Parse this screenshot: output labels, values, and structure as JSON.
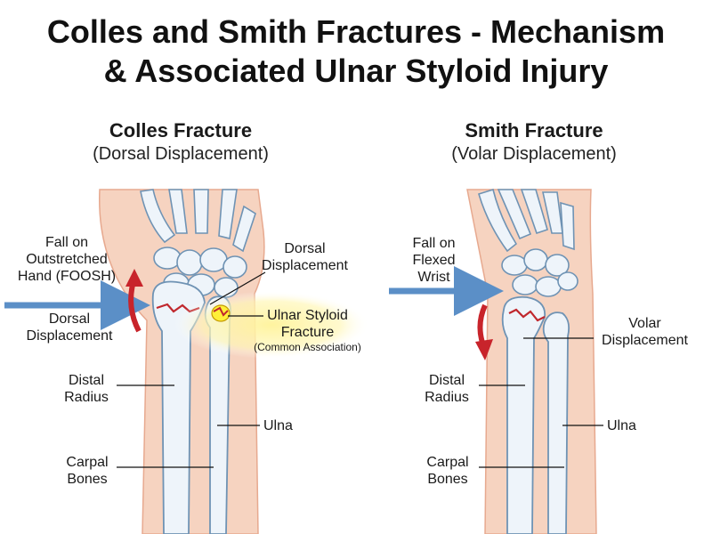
{
  "title_line1": "Colles and Smith Fractures - Mechanism",
  "title_line2": "& Associated Ulnar Styloid Injury",
  "colles": {
    "heading": "Colles Fracture",
    "subheading": "(Dorsal Displacement)",
    "fall_label": [
      "Fall on",
      "Outstretched",
      "Hand (FOOSH)"
    ],
    "dorsal_displacement_left": [
      "Dorsal",
      "Displacement"
    ],
    "dorsal_displacement_top": [
      "Dorsal",
      "Displacement"
    ],
    "ulnar_styloid": [
      "Ulnar Styloid",
      "Fracture"
    ],
    "ulnar_styloid_note": "(Common Association)",
    "distal_radius": [
      "Distal",
      "Radius"
    ],
    "ulna": "Ulna",
    "carpal_bones": [
      "Carpal",
      "Bones"
    ]
  },
  "smith": {
    "heading": "Smith Fracture",
    "subheading": "(Volar Displacement)",
    "fall_label": [
      "Fall on",
      "Flexed",
      "Wrist"
    ],
    "volar_displacement": [
      "Volar",
      "Displacement"
    ],
    "distal_radius": [
      "Distal",
      "Radius"
    ],
    "ulna": "Ulna",
    "carpal_bones": [
      "Carpal",
      "Bones"
    ]
  },
  "colors": {
    "skin": "#f6d3c0",
    "skin_edge": "#e7a98f",
    "bone": "#eef4fa",
    "bone_edge": "#8fb0cc",
    "arrow_blue": "#5b8fc7",
    "arrow_red": "#c8242b",
    "fracture_red": "#c0272d",
    "highlight": "#fff39a"
  }
}
